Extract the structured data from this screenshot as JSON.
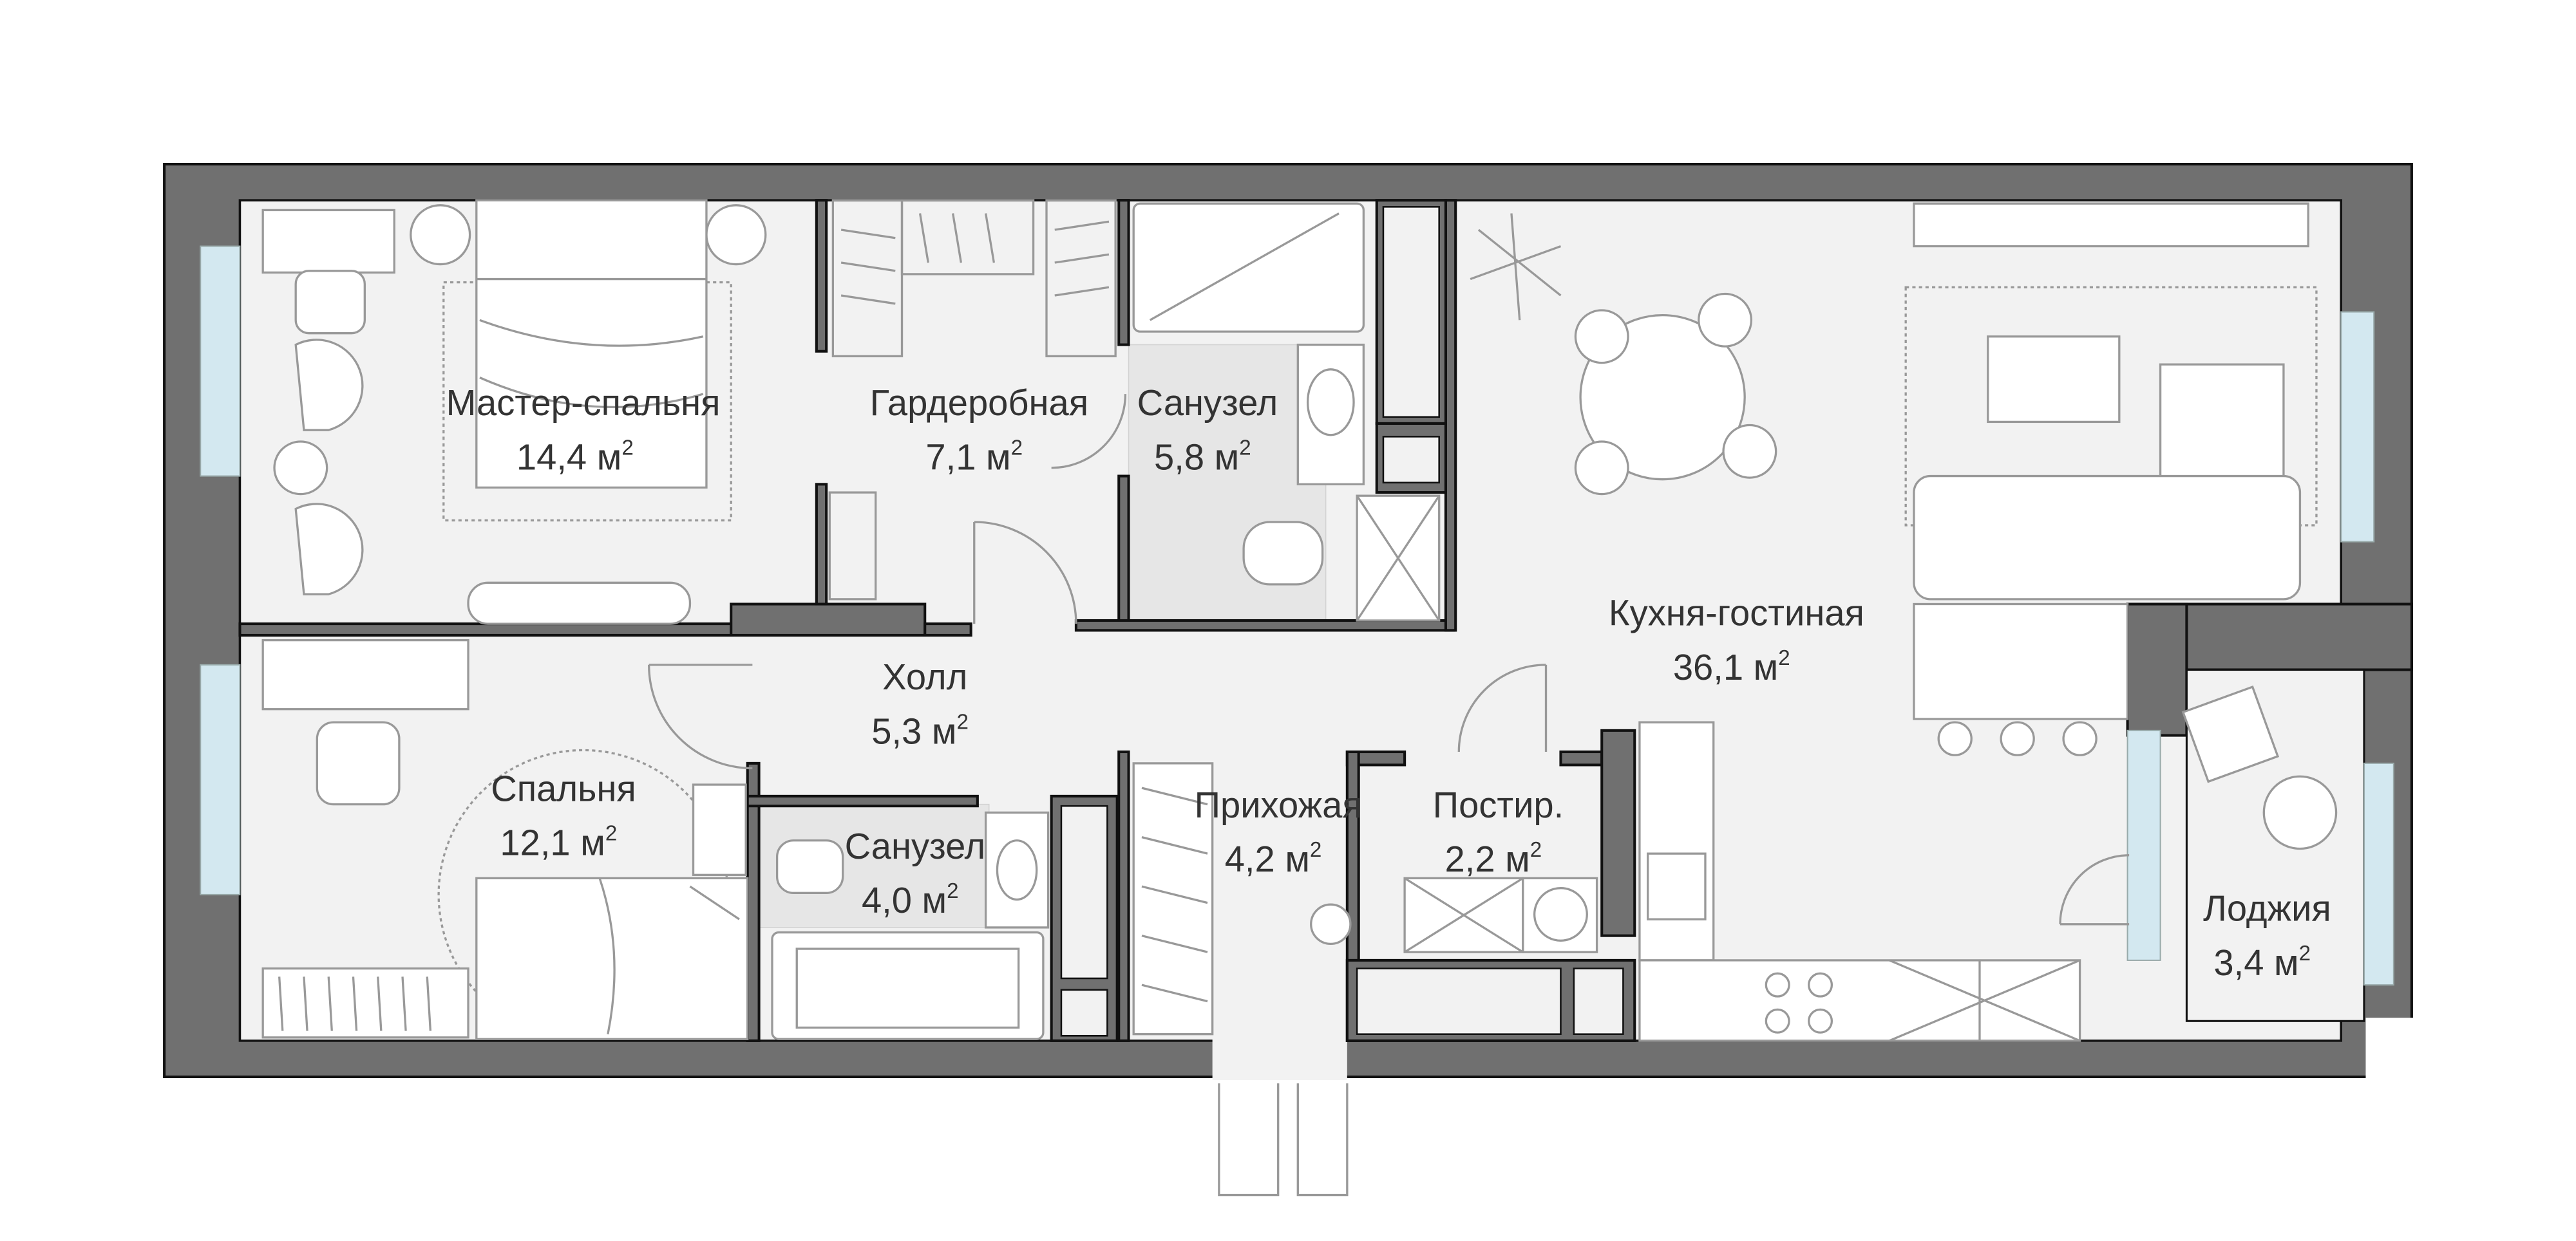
{
  "plan": {
    "unit": "м",
    "unit_power": "2",
    "rooms": [
      {
        "name": "Мастер-спальня",
        "area": "14,4"
      },
      {
        "name": "Гардеробная",
        "area": "7,1"
      },
      {
        "name": "Санузел",
        "area": "5,8"
      },
      {
        "name": "Кухня-гостиная",
        "area": "36,1"
      },
      {
        "name": "Холл",
        "area": "5,3"
      },
      {
        "name": "Спальня",
        "area": "12,1"
      },
      {
        "name": "Санузел",
        "area": "4,0"
      },
      {
        "name": "Прихожая",
        "area": "4,2"
      },
      {
        "name": "Постир.",
        "area": "2,2"
      },
      {
        "name": "Лоджия",
        "area": "3,4"
      }
    ],
    "colors": {
      "wall": "#707070",
      "floor": "#f2f2f2",
      "window": "#d3e8f0",
      "text": "#333333"
    }
  }
}
